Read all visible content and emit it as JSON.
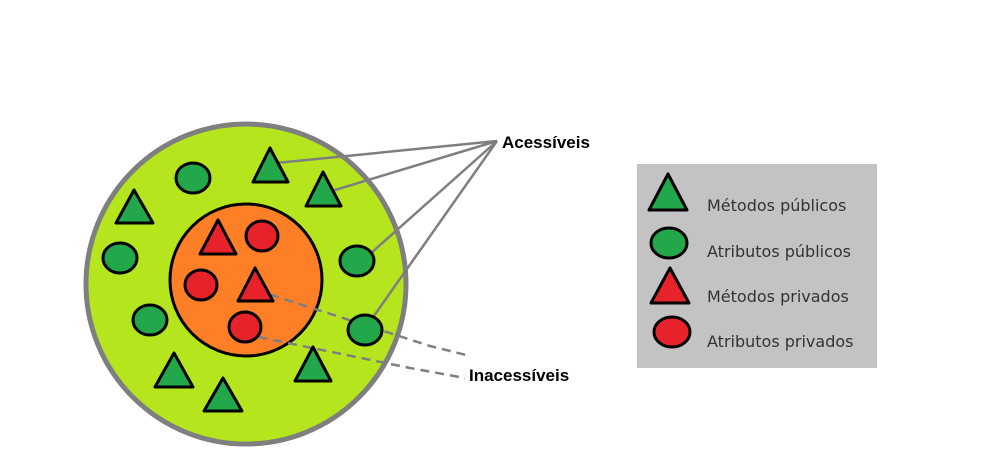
{
  "labels": {
    "accessible": "Acessíveis",
    "inaccessible": "Inacessíveis"
  },
  "legend": {
    "items": [
      {
        "shape": "triangle",
        "color": "#22a84a",
        "label": "Métodos públicos"
      },
      {
        "shape": "circle",
        "color": "#22a84a",
        "label": "Atributos públicos"
      },
      {
        "shape": "triangle",
        "color": "#e8222a",
        "label": "Métodos privados"
      },
      {
        "shape": "circle",
        "color": "#e8222a",
        "label": "Atributos privados"
      }
    ]
  },
  "colors": {
    "outer_fill": "#b5e61d",
    "outer_stroke": "#7f7f7f",
    "inner_fill": "#ff7f27",
    "inner_stroke": "#000000",
    "public_member": "#22a84a",
    "private_member": "#e8222a",
    "legend_background": "#c3c3c3",
    "connector": "#7f7f7f"
  }
}
